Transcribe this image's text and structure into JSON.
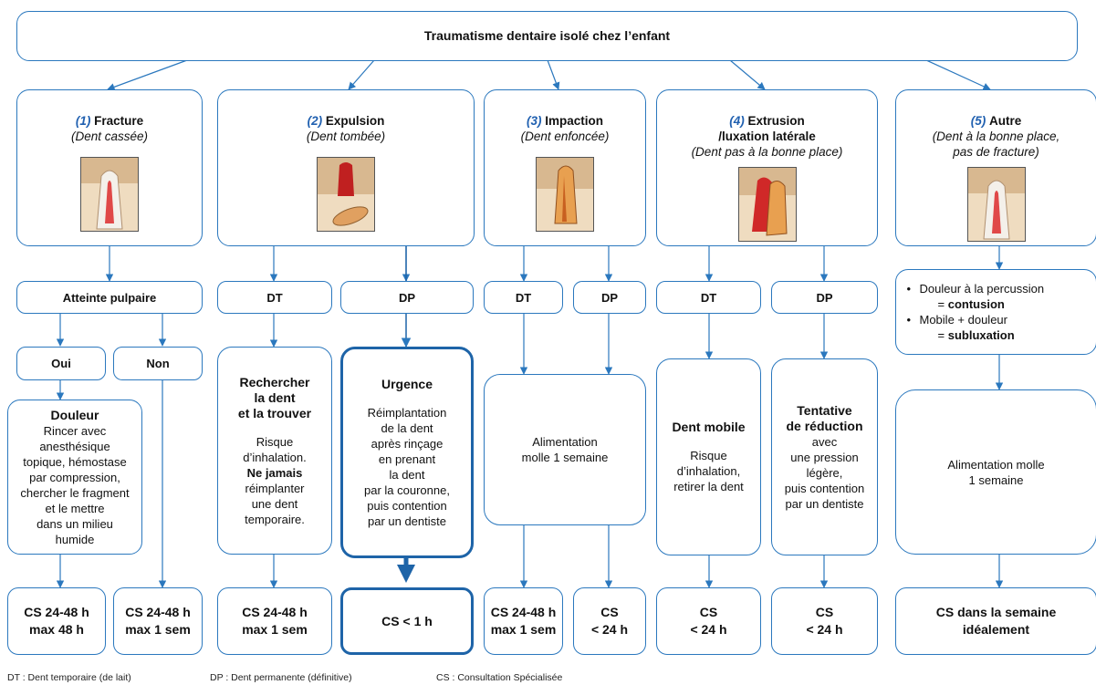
{
  "title": "Traumatisme dentaire isolé chez l’enfant",
  "categories": [
    {
      "num": "(1)",
      "name": "Fracture",
      "sub": "(Dent cassée)"
    },
    {
      "num": "(2)",
      "name": "Expulsion",
      "sub": "(Dent tombée)"
    },
    {
      "num": "(3)",
      "name": "Impaction",
      "sub": "(Dent enfoncée)"
    },
    {
      "num": "(4)",
      "name": "Extrusion",
      "name2": "/luxation latérale",
      "sub": "(Dent pas à la bonne place)"
    },
    {
      "num": "(5)",
      "name": "Autre",
      "sub": "(Dent à la bonne place,",
      "sub2": "pas de fracture)"
    }
  ],
  "level2": {
    "atteinte": "Atteinte pulpaire",
    "dt": "DT",
    "dp": "DP",
    "autre_bullets": {
      "b1": "Douleur à la percussion",
      "b1_result_prefix": "= ",
      "b1_result": "contusion",
      "b2": "Mobile + douleur",
      "b2_result_prefix": "= ",
      "b2_result": "subluxation",
      "bullet": "•"
    }
  },
  "level3": {
    "oui": "Oui",
    "non": "Non"
  },
  "details": {
    "douleur": {
      "title": "Douleur",
      "lines": [
        "Rincer avec",
        "anesthésique",
        "topique, hémostase",
        "par compression,",
        "chercher le fragment",
        "et le mettre",
        "dans un milieu",
        "humide"
      ]
    },
    "rechercher": {
      "title1": "Rechercher",
      "title2": "la dent",
      "title3": "et la trouver",
      "l1": "Risque",
      "l2": "d’inhalation.",
      "l3": "Ne jamais",
      "l4": "réimplanter",
      "l5": "une dent",
      "l6": "temporaire."
    },
    "urgence": {
      "title": "Urgence",
      "lines": [
        "Réimplantation",
        "de la dent",
        "après rinçage",
        "en prenant",
        "la dent",
        "par la couronne,",
        "puis contention",
        "par un dentiste"
      ]
    },
    "alim1": {
      "l1": "Alimentation",
      "l2": "molle 1 semaine"
    },
    "mobile": {
      "title": "Dent mobile",
      "l1": "Risque",
      "l2": "d’inhalation,",
      "l3": "retirer la dent"
    },
    "tentative": {
      "title1": "Tentative",
      "title2": "de réduction",
      "lines": [
        "avec",
        "une pression",
        "légère,",
        "puis contention",
        "par un dentiste"
      ]
    },
    "alim2": {
      "l1": "Alimentation molle",
      "l2": "1 semaine"
    }
  },
  "results": {
    "r1": {
      "l1": "CS 24-48 h",
      "l2": "max 48 h"
    },
    "r2": {
      "l1": "CS 24-48 h",
      "l2": "max 1 sem"
    },
    "r3": {
      "l1": "CS 24-48 h",
      "l2": "max 1 sem"
    },
    "r4": {
      "l1": "CS < 1 h"
    },
    "r5": {
      "l1": "CS 24-48 h",
      "l2": "max 1 sem"
    },
    "r6": {
      "l1": "CS",
      "l2": "< 24 h"
    },
    "r7": {
      "l1": "CS",
      "l2": "< 24 h"
    },
    "r8": {
      "l1": "CS",
      "l2": "< 24 h"
    },
    "r9": {
      "l1": "CS dans la semaine",
      "l2": "idéalement"
    }
  },
  "legend": {
    "dt": "DT : Dent temporaire (de lait)",
    "dp": "DP : Dent permanente (définitive)",
    "cs": "CS : Consultation Spécialisée"
  },
  "colors": {
    "accent": "#2b78be",
    "number": "#2060b0"
  }
}
